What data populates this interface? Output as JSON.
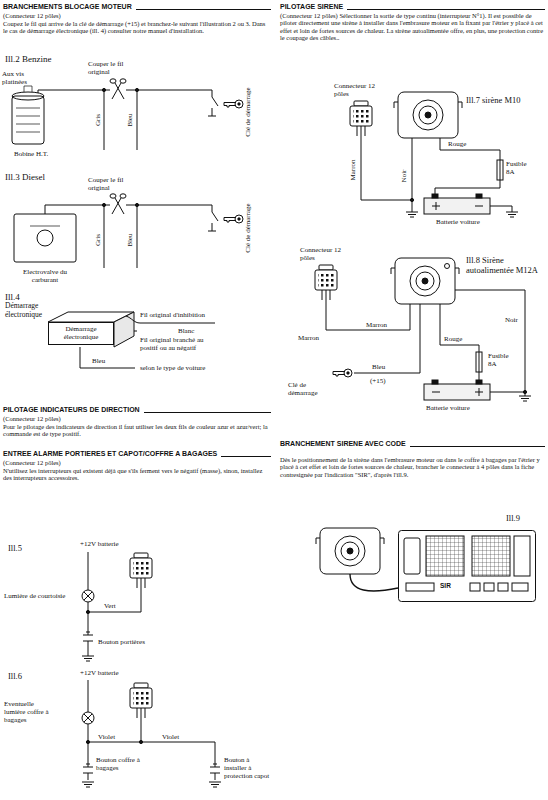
{
  "diagram": {
    "nodes": [
      {
        "text": [
          "Démarrage électronique"
        ]
      },
      {
        "text": [
          "SIR"
        ]
      }
    ],
    "labels": [
      "BRANCHEMENTS BLOCAGE MOTEUR",
      "(Connecteur 12 pôles)",
      "Coupez le fil qui arrive de la clé de démarrage (+15) et branchez-le suivant l'illustration 2 ou 3. Dans le cas de démarrage électronique (ill. 4) consulter notre manuel d'installation.",
      "Ill.2 Benzine",
      "Aux vis platinées",
      "Couper le fil original",
      "Gris",
      "Bleu",
      "Clé de démarrage",
      "Bobine H.T.",
      "Ill.3 Diesel",
      "Couper le fil original",
      "Gris",
      "Bleu",
      "Clé de démarrage",
      "Electrovalve du carburant",
      "Ill.4",
      "Démarrage électronique",
      "Fil original d'inhibition",
      "Blanc",
      "Fil original branché au positif ou au négatif",
      "Bleu",
      "selon le type de voiture",
      "PILOTAGE INDICATEURS DE DIRECTION",
      "(Connecteur 12 pôles)",
      "Pour le pilotage des indicateurs de direction il faut utiliser les deux fils de couleur azur et azur/vert; la commande est de type positif.",
      "ENTREE ALARME PORTIERES ET CAPOT/COFFRE A BAGAGES",
      "(Connecteur 12 pôles)",
      "N'utilisez les interrupteurs qui existent déjà que s'ils ferment vers le négatif (masse), sinon, installez des interrupteurs accessoires.",
      "Ill.5",
      "+12V batterie",
      "Lumière de courtoisie",
      "Vert",
      "Bouton portières",
      "Ill.6",
      "+12V batterie",
      "Eventuelle lumière coffre à bagages",
      "Violet",
      "Violet",
      "Bouton coffre à bagages",
      "Bouton à installer à protection capot",
      "PILOTAGE SIRENE",
      "(Connecteur 12 pôles) Sélectionner la sortie de type continu (interrupteur N°1). Il est possible de piloter directement une sirène à installer dans l'embrasure moteur en la fixant par l'étrier y placé à cet effet et loin de fortes sources de chaleur. La sirène autoalimentée offre, en plus, une protection contre le coupage des câbles..",
      "Connecteur 12 pôles",
      "Ill.7 sirène M10",
      "Rouge",
      "Fusible 8A",
      "Noir",
      "Marron",
      "Batterie voiture",
      "Connecteur 12 pôles",
      "Ill.8 Sirène autoalimentée M12A",
      "Noir",
      "Marron",
      "Marron",
      "Rouge",
      "Fusible 8A",
      "Bleu",
      "(+15)",
      "Clé de démarrage",
      "Batterie voiture",
      "BRANCHEMENT SIRENE AVEC CODE",
      "Dès le positionnement de la sirène dans l'embrasure moteur ou dans le coffre à bagages par l'étrier y placé à cet effet et loin de fortes sources de chaleur, brancher le connecteur à 4 pôles dans la fiche contresignée par l'indication \"SIR\", d'après l'ill.9.",
      "Ill.9"
    ]
  }
}
